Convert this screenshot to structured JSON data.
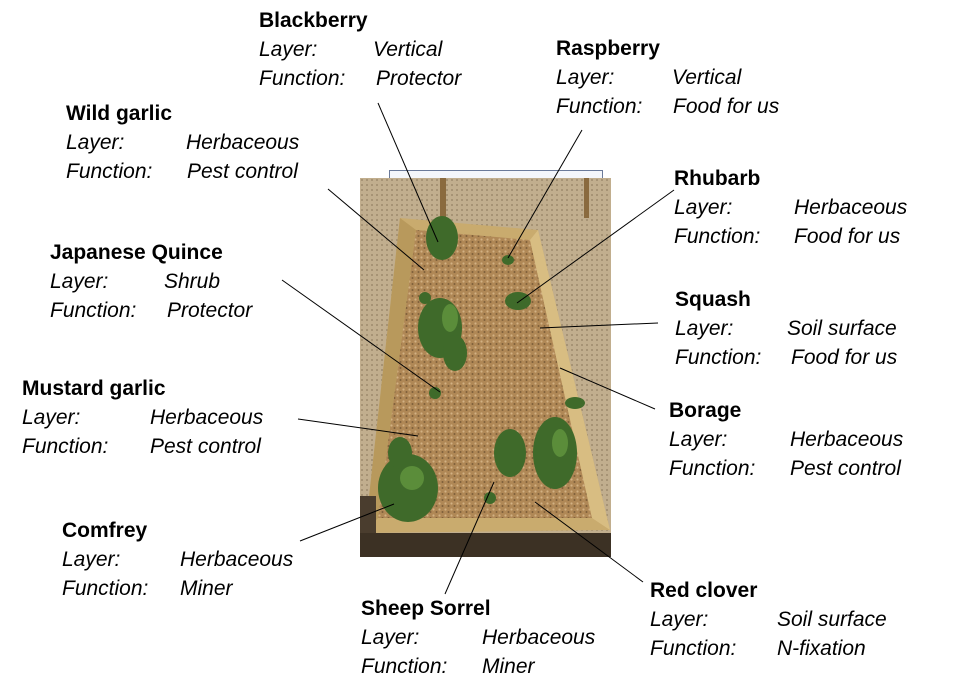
{
  "labels": {
    "blackberry": {
      "name": "Blackberry",
      "layer_key": "Layer:",
      "layer": "Vertical",
      "function_key": "Function:",
      "function": "Protector"
    },
    "raspberry": {
      "name": "Raspberry",
      "layer_key": "Layer:",
      "layer": "Vertical",
      "function_key": "Function:",
      "function": "Food for us"
    },
    "wild_garlic": {
      "name": "Wild garlic",
      "layer_key": "Layer:",
      "layer": "Herbaceous",
      "function_key": "Function:",
      "function": "Pest control"
    },
    "rhubarb": {
      "name": "Rhubarb",
      "layer_key": "Layer:",
      "layer": "Herbaceous",
      "function_key": "Function:",
      "function": "Food for us"
    },
    "japanese_quince": {
      "name": "Japanese Quince",
      "layer_key": "Layer:",
      "layer": "Shrub",
      "function_key": "Function:",
      "function": "Protector"
    },
    "squash": {
      "name": "Squash",
      "layer_key": "Layer:",
      "layer": "Soil surface",
      "function_key": "Function:",
      "function": "Food for us"
    },
    "mustard_garlic": {
      "name": "Mustard garlic",
      "layer_key": "Layer:",
      "layer": "Herbaceous",
      "function_key": "Function:",
      "function": "Pest control"
    },
    "borage": {
      "name": "Borage",
      "layer_key": "Layer:",
      "layer": "Herbaceous",
      "function_key": "Function:",
      "function": "Pest control"
    },
    "comfrey": {
      "name": "Comfrey",
      "layer_key": "Layer:",
      "layer": "Herbaceous",
      "function_key": "Function:",
      "function": "Miner"
    },
    "sheep_sorrel": {
      "name": "Sheep Sorrel",
      "layer_key": "Layer:",
      "layer": "Herbaceous",
      "function_key": "Function:",
      "function": "Miner"
    },
    "red_clover": {
      "name": "Red clover",
      "layer_key": "Layer:",
      "layer": "Soil surface",
      "function_key": "Function:",
      "function": "N-fixation"
    }
  },
  "colors": {
    "line": "#000000",
    "woodchip": "#b58d5c",
    "timber": "#c9ab6e",
    "plant": "#3f6a2a",
    "gravel": "#b9a88a"
  }
}
